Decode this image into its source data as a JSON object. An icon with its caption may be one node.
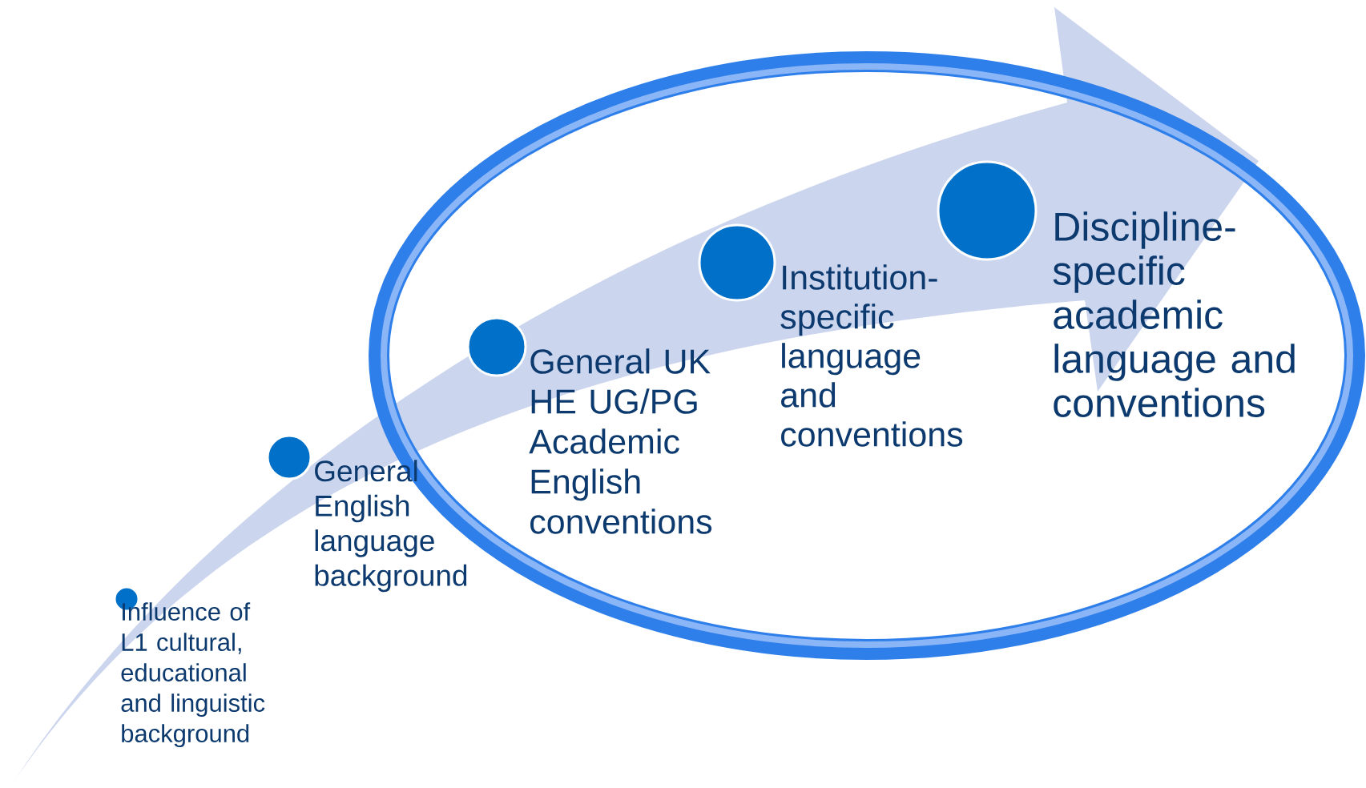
{
  "diagram": {
    "nodes": [
      {
        "text": [
          "Influence of L1 cultural, educational and linguistic background"
        ]
      },
      {
        "text": [
          "General English language background"
        ]
      },
      {
        "text": [
          "General UK HE UG/PG Academic English conventions"
        ]
      },
      {
        "text": [
          "Institution-specific language and conventions"
        ]
      },
      {
        "text": [
          "Discipline-specific academic language and conventions"
        ]
      }
    ]
  }
}
